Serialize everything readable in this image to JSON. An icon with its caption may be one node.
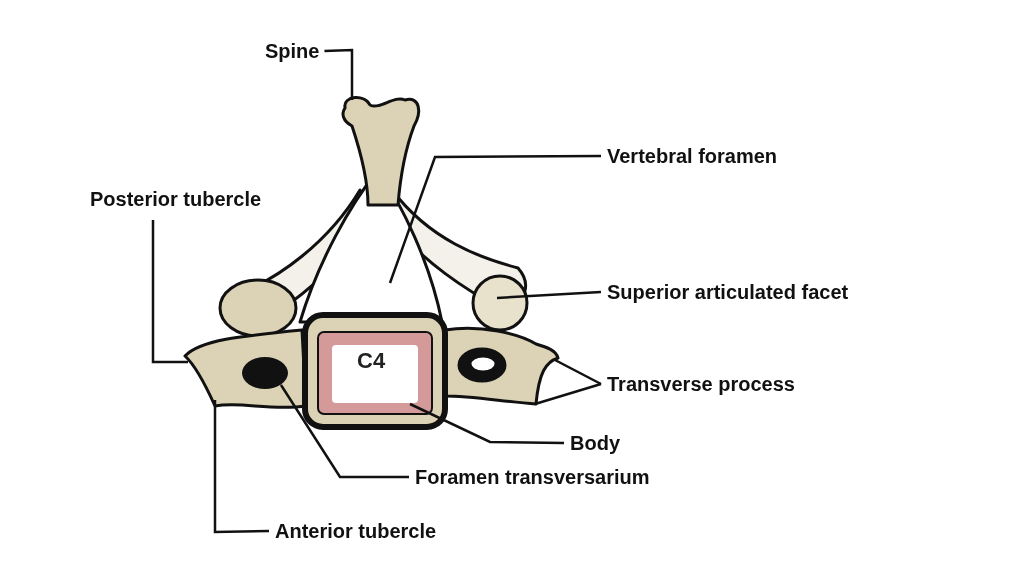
{
  "diagram": {
    "nodes": [
      {
        "text": [
          "Spine"
        ]
      },
      {
        "text": [
          "Vertebral foramen"
        ]
      },
      {
        "text": [
          "Posterior tubercle"
        ]
      },
      {
        "text": [
          "Superior articulated facet"
        ]
      },
      {
        "text": [
          "Transverse process"
        ]
      },
      {
        "text": [
          "Body"
        ]
      },
      {
        "text": [
          "Foramen transversarium"
        ]
      },
      {
        "text": [
          "Anterior tubercle"
        ]
      },
      {
        "text": [],
        "shape": "box"
      },
      {
        "text": [],
        "shape": "circle"
      }
    ],
    "edges": [
      {
        "from": 0,
        "to": null,
        "arrow": "none"
      },
      {
        "from": 1,
        "to": null,
        "arrow": "none"
      },
      {
        "from": 2,
        "to": null,
        "arrow": "none"
      },
      {
        "from": 3,
        "to": null,
        "arrow": "none"
      },
      {
        "from": 4,
        "to": null,
        "arrow": "none"
      },
      {
        "from": 4,
        "to": null,
        "arrow": "none"
      },
      {
        "from": 5,
        "to": 8,
        "arrow": "none"
      },
      {
        "from": 6,
        "to": 9,
        "arrow": "none"
      },
      {
        "from": 7,
        "to": null,
        "arrow": "none"
      }
    ],
    "labels": [
      "C4"
    ]
  }
}
